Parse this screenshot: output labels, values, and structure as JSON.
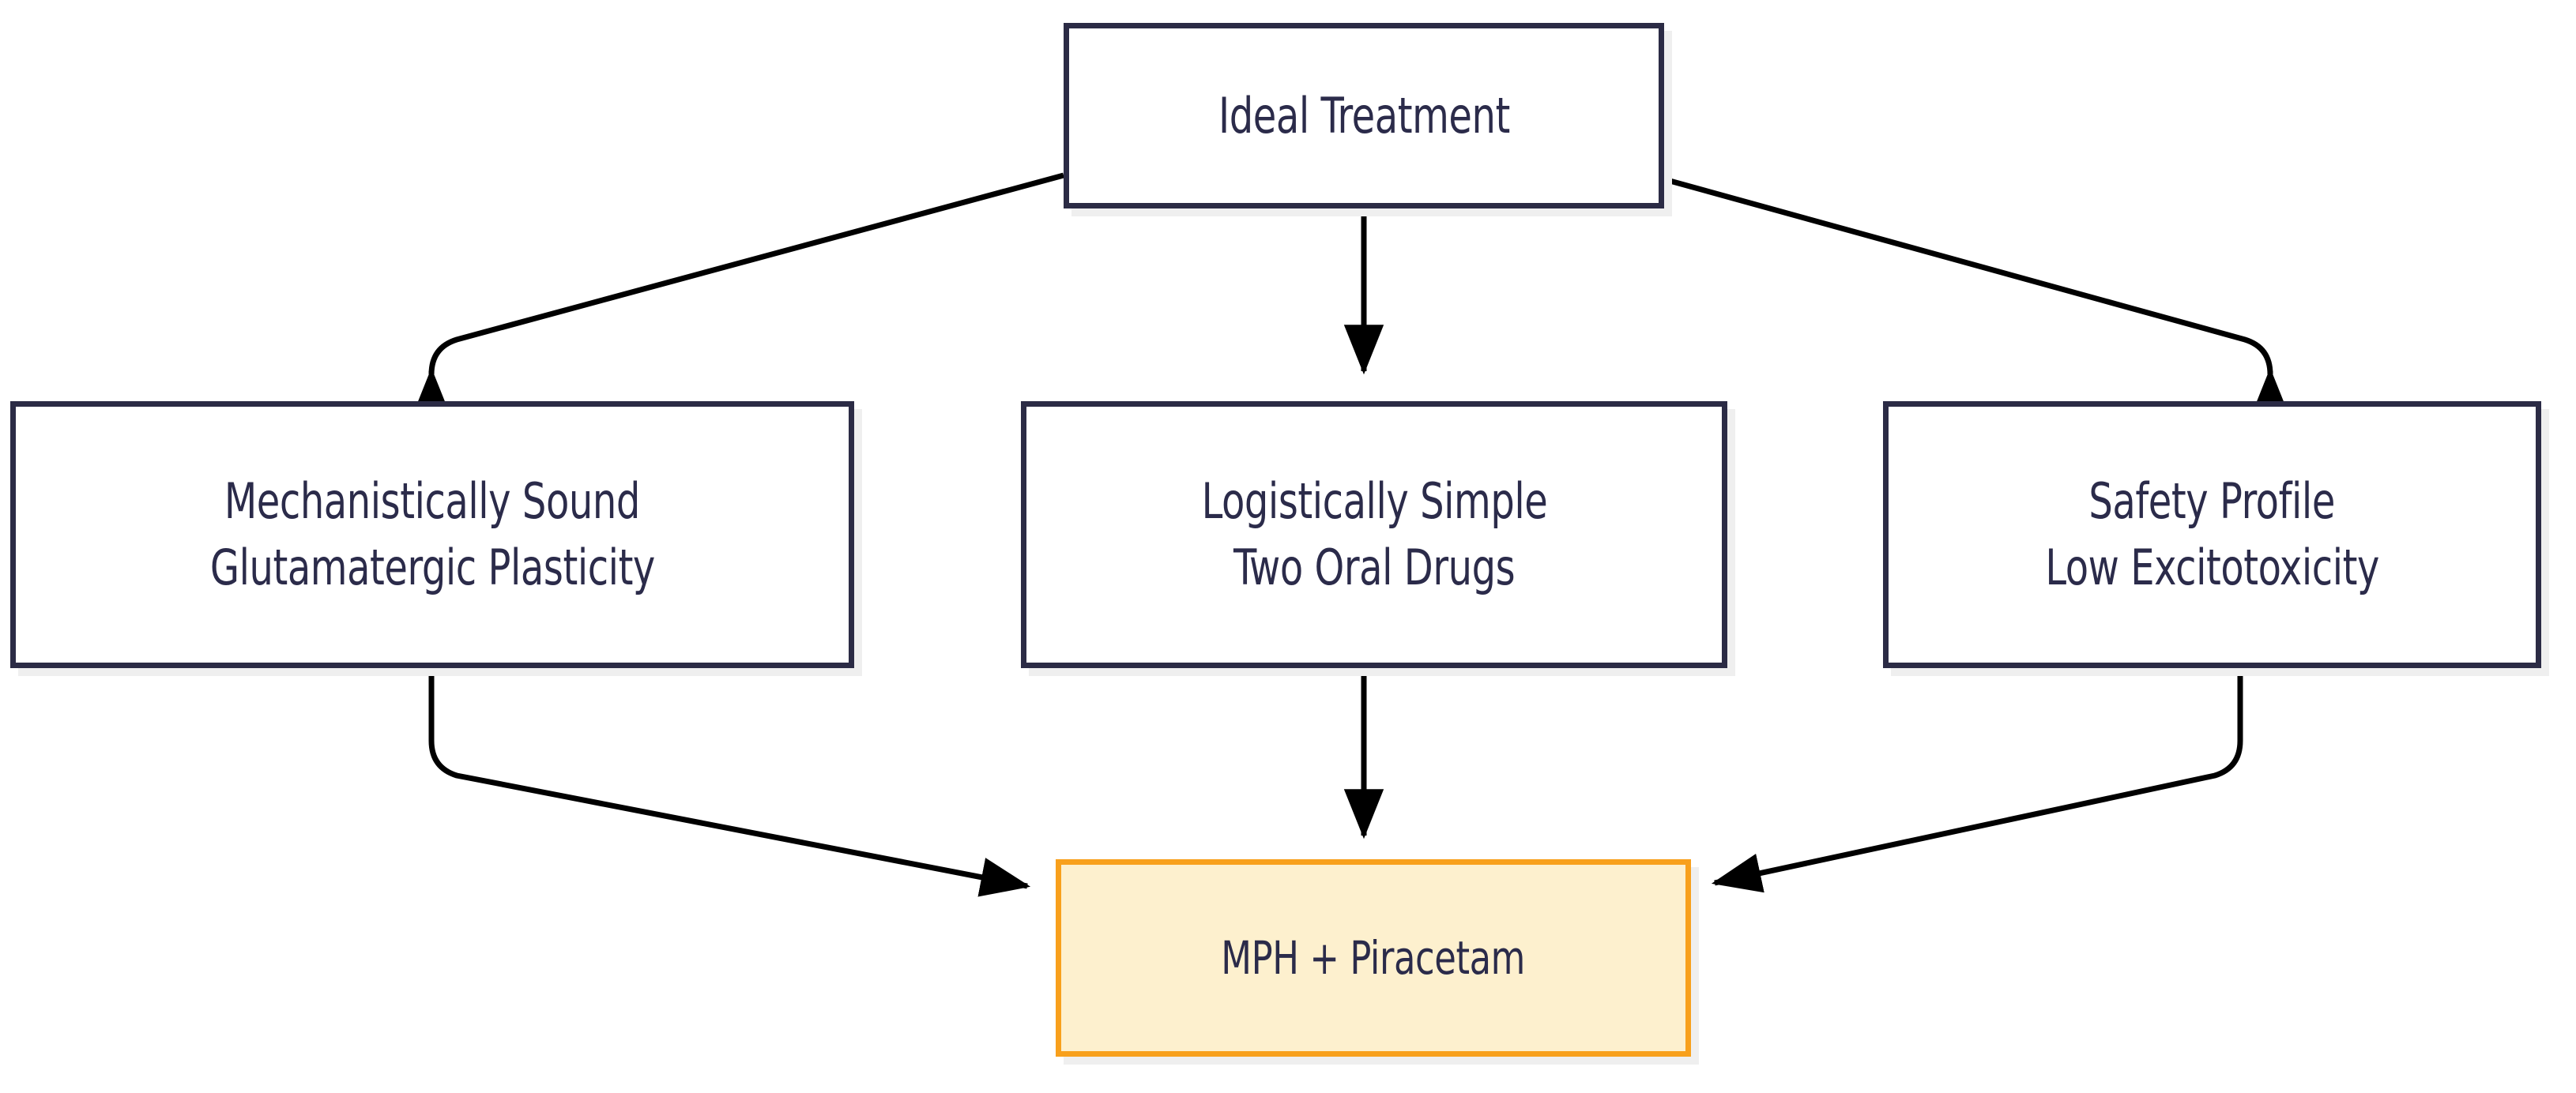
{
  "diagram": {
    "title": "Ideal Treatment rationale flowchart",
    "colors": {
      "node_border": "#2b2b45",
      "node_fill": "#ffffff",
      "highlight_border": "#f8a01c",
      "highlight_fill": "#fdf0ce",
      "text": "#2b2b4a",
      "edge": "#000000",
      "shadow": "#efefef",
      "background": "#ffffff"
    },
    "nodes": [
      {
        "id": "ideal-treatment",
        "lines": [
          "Ideal Treatment"
        ],
        "style": "plain"
      },
      {
        "id": "mechanistic",
        "lines": [
          "Mechanistically Sound",
          "Glutamatergic Plasticity"
        ],
        "style": "plain"
      },
      {
        "id": "logistics",
        "lines": [
          "Logistically Simple",
          "Two Oral Drugs"
        ],
        "style": "plain"
      },
      {
        "id": "safety",
        "lines": [
          "Safety Profile",
          "Low Excitotoxicity"
        ],
        "style": "plain"
      },
      {
        "id": "combo",
        "lines": [
          "MPH + Piracetam"
        ],
        "style": "highlight"
      }
    ],
    "edges": [
      {
        "id": "edge-ideal-to-mechanistic",
        "from": "ideal-treatment",
        "to": "mechanistic",
        "label": ""
      },
      {
        "id": "edge-ideal-to-logistics",
        "from": "ideal-treatment",
        "to": "logistics",
        "label": ""
      },
      {
        "id": "edge-ideal-to-safety",
        "from": "ideal-treatment",
        "to": "safety",
        "label": ""
      },
      {
        "id": "edge-mechanistic-to-combo",
        "from": "mechanistic",
        "to": "combo",
        "label": ""
      },
      {
        "id": "edge-logistics-to-combo",
        "from": "logistics",
        "to": "combo",
        "label": ""
      },
      {
        "id": "edge-safety-to-combo",
        "from": "safety",
        "to": "combo",
        "label": ""
      }
    ]
  }
}
